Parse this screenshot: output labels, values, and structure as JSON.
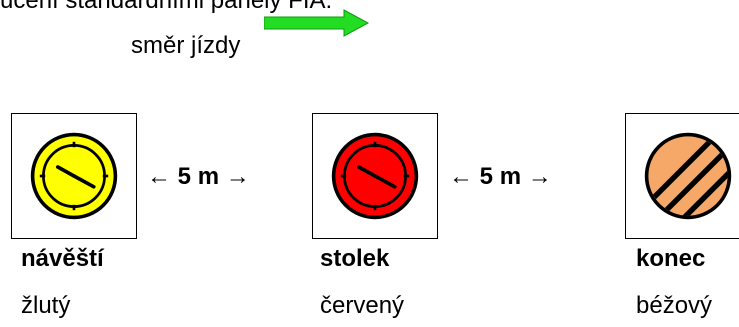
{
  "header_text": "ucení standardními panely FIA:",
  "direction_label": "směr jízdy",
  "colors": {
    "arrow": "#22dd22",
    "yellow": "#ffff00",
    "red": "#ff0000",
    "beige": "#f5a868"
  },
  "distances": [
    {
      "arrow_left": "←",
      "value": "5 m",
      "arrow_right": "→"
    },
    {
      "arrow_left": "←",
      "value": "5 m",
      "arrow_right": "→"
    }
  ],
  "panels": [
    {
      "icon": "clock-icon",
      "name": "návěští",
      "color_name": "žlutý"
    },
    {
      "icon": "clock-icon",
      "name": "stolek",
      "color_name": "červený"
    },
    {
      "icon": "end-restriction-icon",
      "name": "konec",
      "color_name": "béžový"
    }
  ]
}
